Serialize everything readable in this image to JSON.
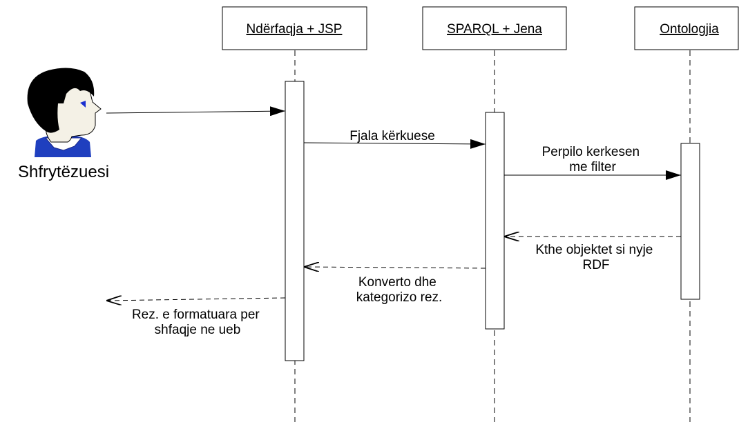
{
  "actor": {
    "label": "Shfrytëzuesi"
  },
  "lifelines": [
    {
      "title": "Ndërfaqja + JSP"
    },
    {
      "title": "SPARQL + Jena"
    },
    {
      "title": "Ontologjia"
    }
  ],
  "messages": [
    {
      "lines": [
        ""
      ],
      "style": "solid"
    },
    {
      "lines": [
        "Fjala kërkuese"
      ],
      "style": "solid"
    },
    {
      "lines": [
        "Perpilo kerkesen",
        "me filter"
      ],
      "style": "solid"
    },
    {
      "lines": [
        "Kthe objektet si nyje",
        "RDF"
      ],
      "style": "dashed"
    },
    {
      "lines": [
        "Konverto dhe",
        "kategorizo rez."
      ],
      "style": "dashed"
    },
    {
      "lines": [
        "Rez. e formatuara per",
        "shfaqje ne ueb"
      ],
      "style": "dashed"
    }
  ],
  "colors": {
    "line": "#000000",
    "box_fill": "#ffffff",
    "hair": "#000000",
    "skin": "#f4f1e6",
    "shirt": "#1f3fbf",
    "eye": "#1a2fd0"
  }
}
